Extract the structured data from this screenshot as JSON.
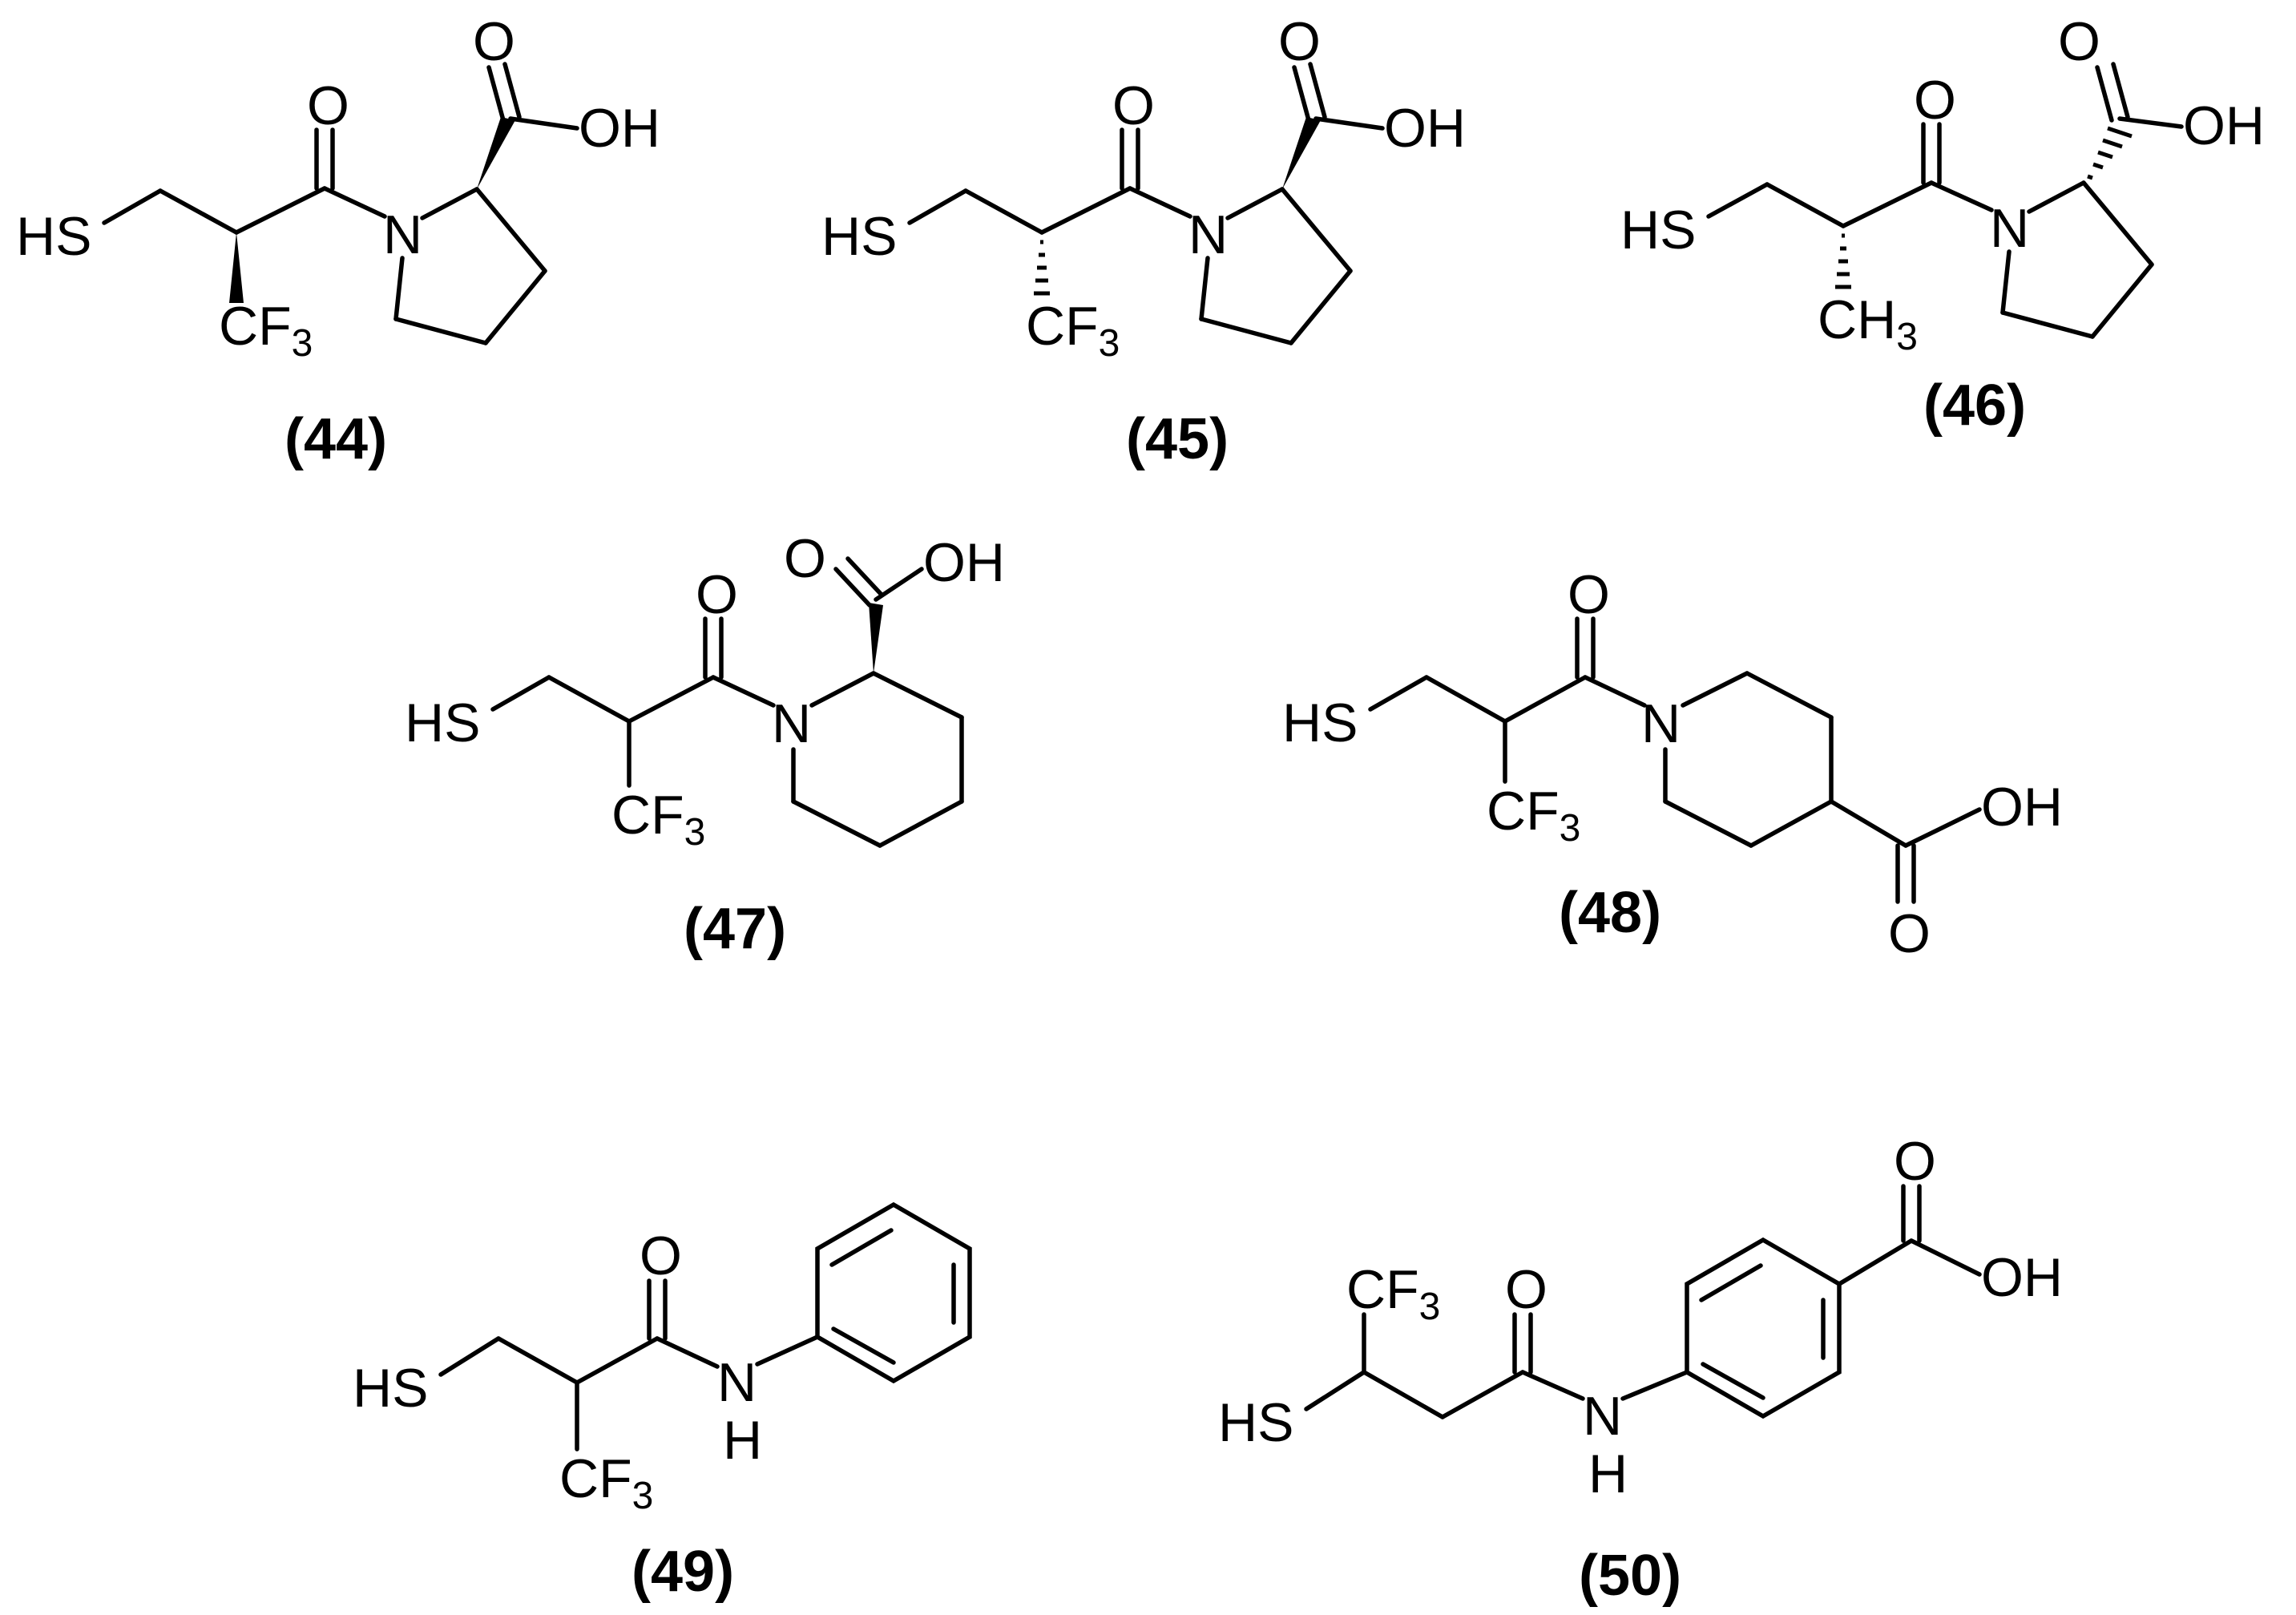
{
  "compounds": [
    {
      "label": "(44)"
    },
    {
      "label": "(45)"
    },
    {
      "label": "(46)"
    },
    {
      "label": "(47)"
    },
    {
      "label": "(48)"
    },
    {
      "label": "(49)"
    },
    {
      "label": "(50)"
    }
  ],
  "atoms": {
    "hs": "HS",
    "oh": "OH",
    "o": "O",
    "n": "N",
    "h": "H",
    "cf": "CF",
    "ch": "CH",
    "sub3": "3"
  },
  "colors": {
    "ink": "#000000",
    "background": "#ffffff"
  }
}
